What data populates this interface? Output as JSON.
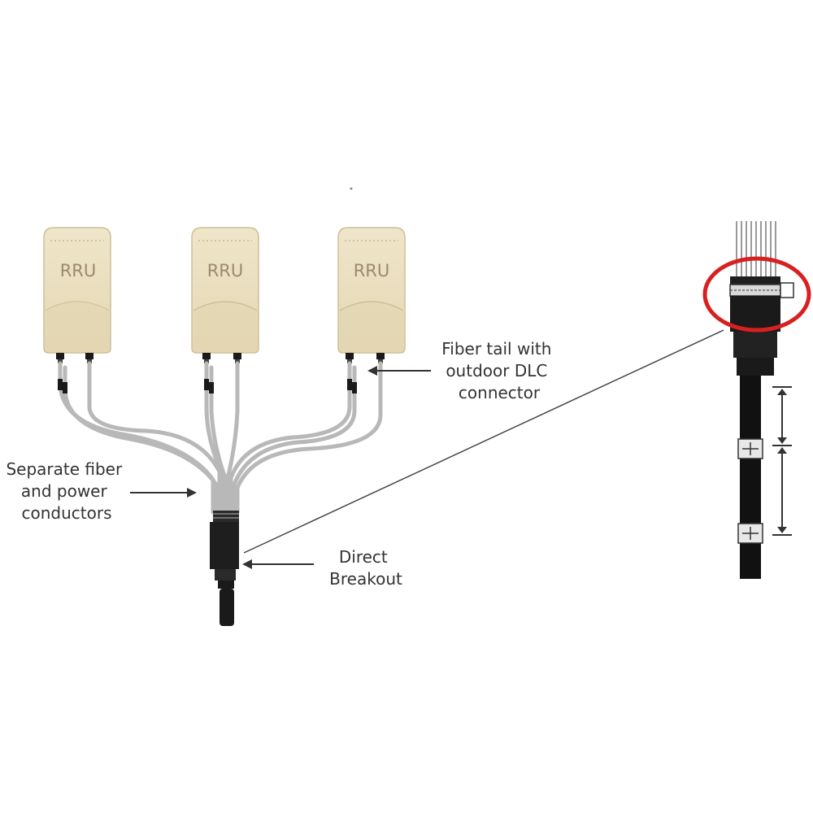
{
  "rru_units": [
    {
      "label": "RRU"
    },
    {
      "label": "RRU"
    },
    {
      "label": "RRU"
    }
  ],
  "callouts": {
    "fiber_tail": [
      "Fiber tail with",
      "outdoor DLC",
      "connector"
    ],
    "separate": [
      "Separate fiber",
      "and power",
      "conductors"
    ],
    "breakout": [
      "Direct",
      "Breakout"
    ]
  },
  "colors": {
    "rru_body": "#ece1c2",
    "rru_text": "#9a8a72",
    "cable": "#1a1a1a",
    "highlight": "#d92020"
  }
}
